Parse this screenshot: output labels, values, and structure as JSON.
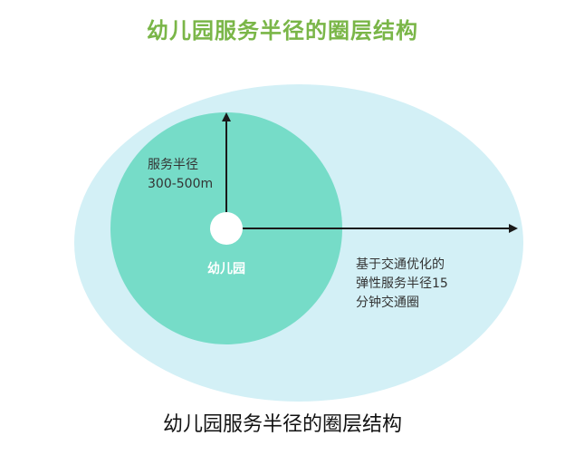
{
  "title": "幼儿园服务半径的圈层结构",
  "caption": "幼儿园服务半径的圈层结构",
  "inner_circle": {
    "label": "幼儿园",
    "radius_label_line1": "服务半径",
    "radius_label_line2": "300-500m"
  },
  "outer_ellipse": {
    "label_line1": "基于交通优化的",
    "label_line2": "弹性服务半径15",
    "label_line3": "分钟交通圈"
  },
  "colors": {
    "title": "#7ab648",
    "outer_fill": "#d3f0f6",
    "inner_fill": "#76dcc8",
    "arrow": "#1a1a1a",
    "center_dot": "#ffffff"
  }
}
